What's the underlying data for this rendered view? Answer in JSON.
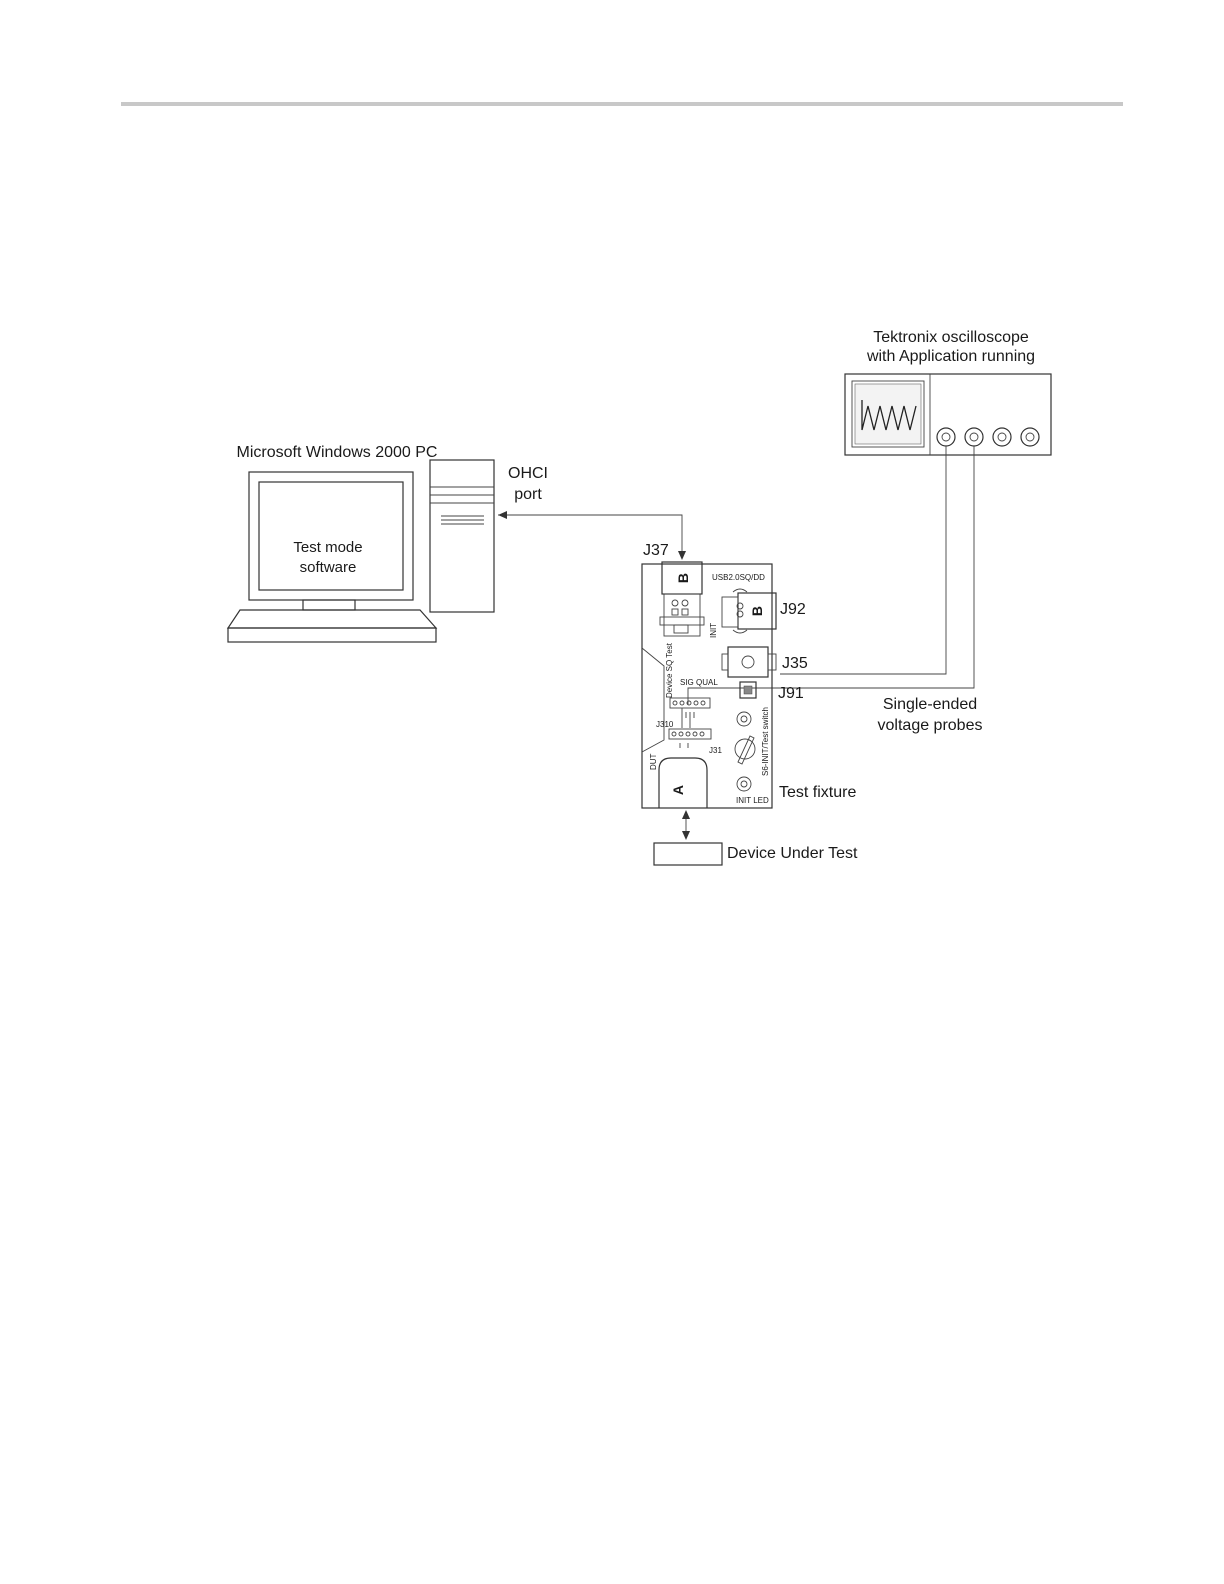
{
  "diagram": {
    "pc_label": "Microsoft Windows 2000 PC",
    "pc_screen_text": [
      "Test mode",
      "software"
    ],
    "ohci_label": [
      "OHCI",
      "port"
    ],
    "scope_label": [
      "Tektronix oscilloscope",
      "with Application running"
    ],
    "probes_label": [
      "Single-ended",
      "voltage probes"
    ],
    "fixture_label": "Test fixture",
    "dut_label": "Device Under Test",
    "connectors": {
      "j37": "J37",
      "j92": "J92",
      "j35": "J35",
      "j91": "J91",
      "j310": "J310",
      "j31": "J31"
    },
    "board_text": {
      "usb": "USB2.0SQ/DD",
      "init": "INIT",
      "device_sq": "Device SQ Test",
      "sig_qual": "SIG QUAL",
      "dut": "DUT",
      "switch": "S6-INIT/Test switch",
      "init_led": "INIT LED",
      "conn_b1": "B",
      "conn_b2": "B",
      "conn_a": "A"
    }
  }
}
